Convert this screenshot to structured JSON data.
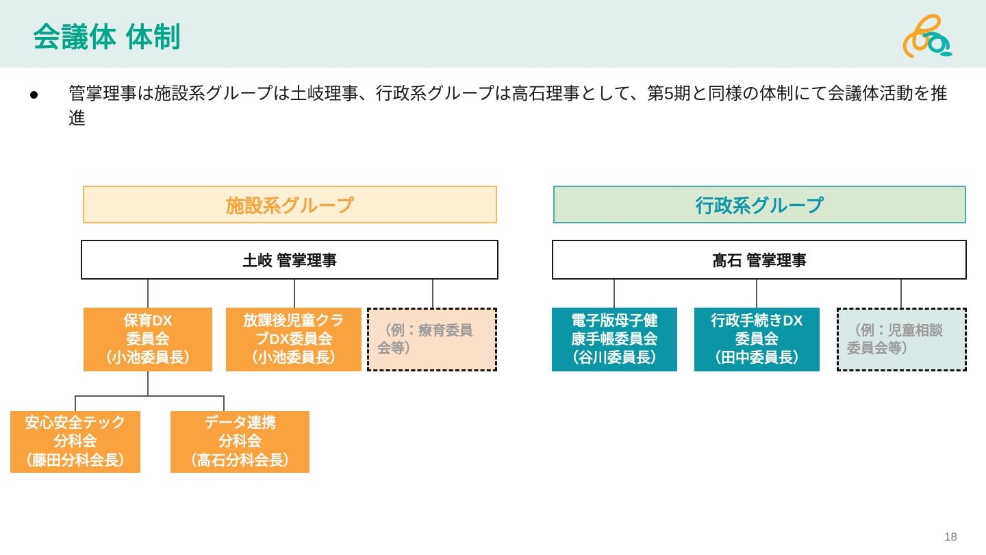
{
  "header": {
    "title": "会議体 体制",
    "logo_icon": "brand-script-logo",
    "bar_color": "#e2efed",
    "title_color": "#00a58a"
  },
  "bullet": {
    "marker": "bullet-dot",
    "text": "管掌理事は施設系グループは土岐理事、行政系グループは高石理事として、第5期と同様の体制にて会議体活動を推進"
  },
  "colors": {
    "orange": "#f9a33f",
    "orange_light": "#fdf0d2",
    "orange_border": "#f3b95f",
    "orange_dashed_fill": "#fae0c8",
    "teal": "#0a96a6",
    "green_light": "#d8e8d1",
    "teal_border": "#4aa8a8",
    "teal_dashed_fill": "#d9e9e7",
    "placeholder_text": "#9a9a9a",
    "connector": "#595959"
  },
  "groups": [
    {
      "id": "facility",
      "header": "施設系グループ",
      "director": "土岐 管掌理事",
      "committees": [
        {
          "label": "保育DX\n委員会\n（小池委員長）",
          "style": "orange"
        },
        {
          "label": "放課後児童クラ\nブDX委員会\n（小池委員長）",
          "style": "orange"
        },
        {
          "label": "（例：療育委員\n会等）",
          "style": "dashed-orange"
        }
      ],
      "subcommittees": [
        {
          "label": "安心安全テック\n分科会\n（藤田分科会長）",
          "style": "orange",
          "parent": "保育DX 委員会"
        },
        {
          "label": "データ連携\n分科会\n（髙石分科会長）",
          "style": "orange",
          "parent": "保育DX 委員会"
        }
      ]
    },
    {
      "id": "admin",
      "header": "行政系グループ",
      "director": "髙石 管掌理事",
      "committees": [
        {
          "label": "電子版母子健\n康手帳委員会\n（谷川委員長）",
          "style": "teal"
        },
        {
          "label": "行政手続きDX\n委員会\n（田中委員長）",
          "style": "teal"
        },
        {
          "label": "（例：児童相談\n委員会等）",
          "style": "dashed-teal"
        }
      ],
      "subcommittees": []
    }
  ],
  "footer": {
    "page_number": "18"
  }
}
